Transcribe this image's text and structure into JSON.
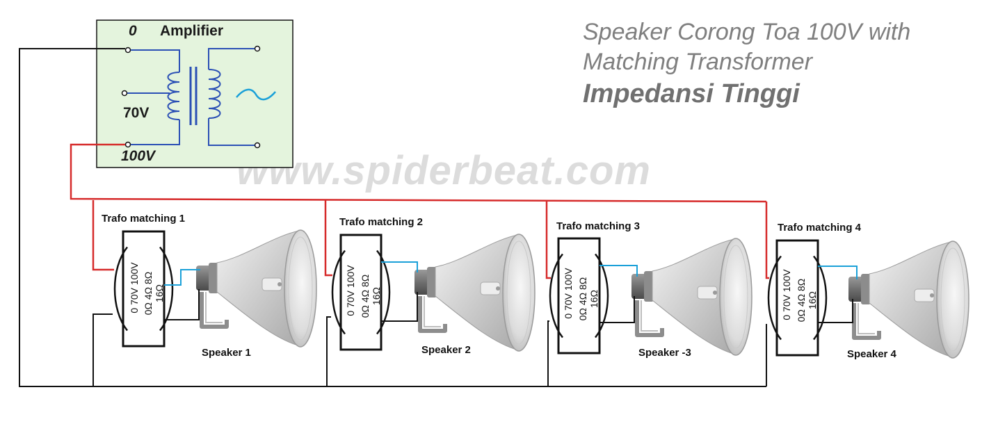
{
  "header": {
    "line1": "Speaker Corong Toa 100V with",
    "line2": "Matching Transformer",
    "line3": "Impedansi Tinggi"
  },
  "watermark": "www.spiderbeat.com",
  "amplifier": {
    "title": "Amplifier",
    "tap_0": "0",
    "tap_70": "70V",
    "tap_100": "100V",
    "box_color": "#e4f4dd"
  },
  "trafos": [
    {
      "title": "Trafo matching 1",
      "left_taps": "0  70V  100V",
      "right_taps": "0Ω  4Ω  8Ω  16Ω",
      "speaker": "Speaker 1"
    },
    {
      "title": "Trafo matching 2",
      "left_taps": "0  70V  100V",
      "right_taps": "0Ω  4Ω  8Ω  16Ω",
      "speaker": "Speaker 2"
    },
    {
      "title": "Trafo matching 3",
      "left_taps": "0  70V  100V",
      "right_taps": "0Ω  4Ω  8Ω  16Ω",
      "speaker": "Speaker -3"
    },
    {
      "title": "Trafo matching 4",
      "left_taps": "0  70V  100V",
      "right_taps": "0Ω  4Ω  8Ω  16Ω",
      "speaker": "Speaker 4"
    }
  ],
  "colors": {
    "line_100v": "#d62a2a",
    "line_common": "#111111",
    "line_coil": "#2a4fb5",
    "line_speaker": "#1aa0d8",
    "signal_wave": "#1aa0d8",
    "header_text": "#7f7f7f",
    "watermark_text": "#dcdcdc"
  }
}
